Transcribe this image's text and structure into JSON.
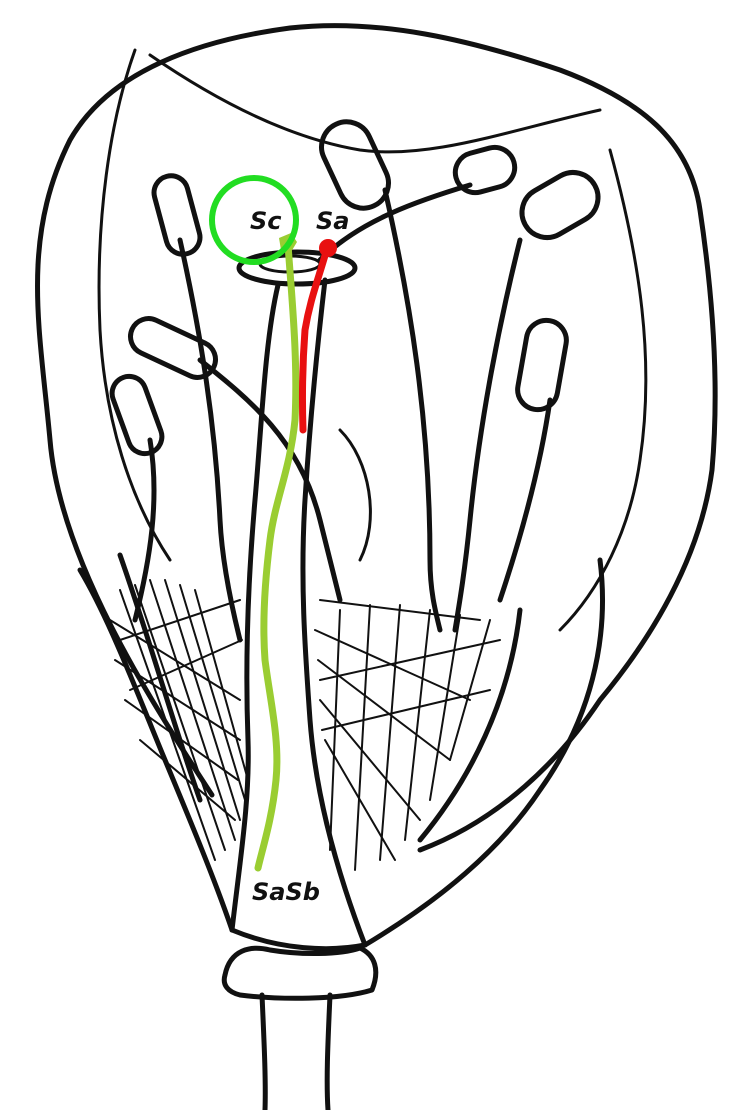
{
  "labels": {
    "sc": "Sc",
    "sa": "Sa",
    "sasb": "SaSb"
  },
  "colors": {
    "ink": "#111111",
    "compatible_tube": "#9acd32",
    "incompatible_tube": "#e81010",
    "highlight_circle": "#22dd22",
    "background": "#ffffff"
  }
}
